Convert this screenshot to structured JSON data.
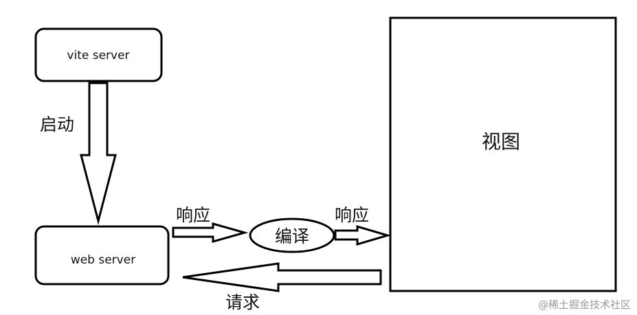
{
  "nodes": {
    "vite_server": "vite server",
    "web_server": "web server",
    "compile": "编译",
    "view": "视图"
  },
  "edges": {
    "start": "启动",
    "response_1": "响应",
    "response_2": "响应",
    "request": "请求"
  },
  "watermark": "@稀土掘金技术社区"
}
